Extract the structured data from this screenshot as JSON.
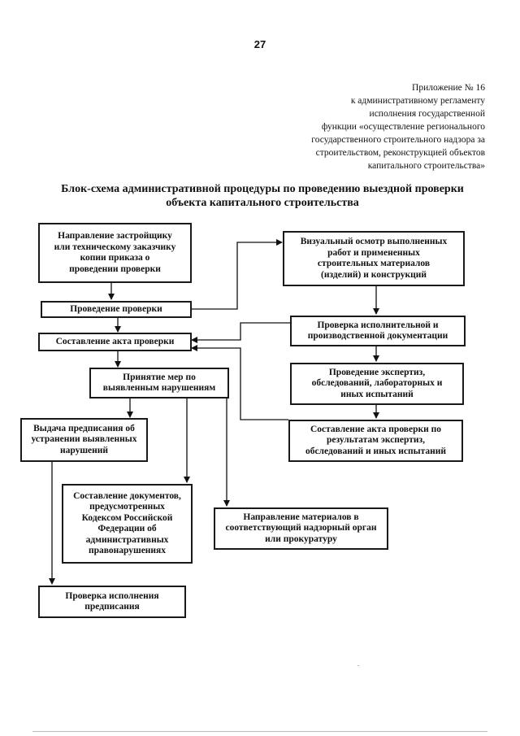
{
  "page_number": "27",
  "appendix": {
    "lines": [
      "Приложение № 16",
      "к административному регламенту",
      "исполнения государственной",
      "функции «осуществление регионального",
      "государственного строительного надзора за",
      "строительством, реконструкцией объектов",
      "капитального строительства»"
    ]
  },
  "diagram_title": {
    "lines": [
      "Блок-схема административной процедуры по  проведению выездной  проверки",
      "объекта капитального строительства"
    ]
  },
  "boxes": {
    "direction": [
      "Направление застройщику",
      "или техническому заказчику",
      "копии приказа о",
      "проведении проверки"
    ],
    "conduct": [
      "Проведение проверки"
    ],
    "act": [
      "Составление акта проверки"
    ],
    "measures": [
      "Принятие мер по",
      "выявленным нарушениям"
    ],
    "order": [
      "Выдача предписания об",
      "устранении выявленных",
      "нарушений"
    ],
    "documents": [
      "Составление документов,",
      "предусмотренных",
      "Кодексом Российской",
      "Федерации об",
      "административных",
      "правонарушениях"
    ],
    "check_order": [
      "Проверка исполнения",
      "предписания"
    ],
    "visual": [
      "Визуальный осмотр выполненных",
      "работ и примененных",
      "строительных материалов",
      "(изделий) и конструкций"
    ],
    "exec_docs": [
      "Проверка исполнительной и",
      "производственной документации"
    ],
    "expertise": [
      "Проведение экспертиз,",
      "обследований, лабораторных и",
      "иных испытаний"
    ],
    "expertise_act": [
      "Составление акта проверки по",
      "результатам экспертиз,",
      "обследований и иных испытаний"
    ],
    "materials": [
      "Направление материалов в",
      "соответствующий надзорный орган",
      "или прокуратуру"
    ]
  }
}
